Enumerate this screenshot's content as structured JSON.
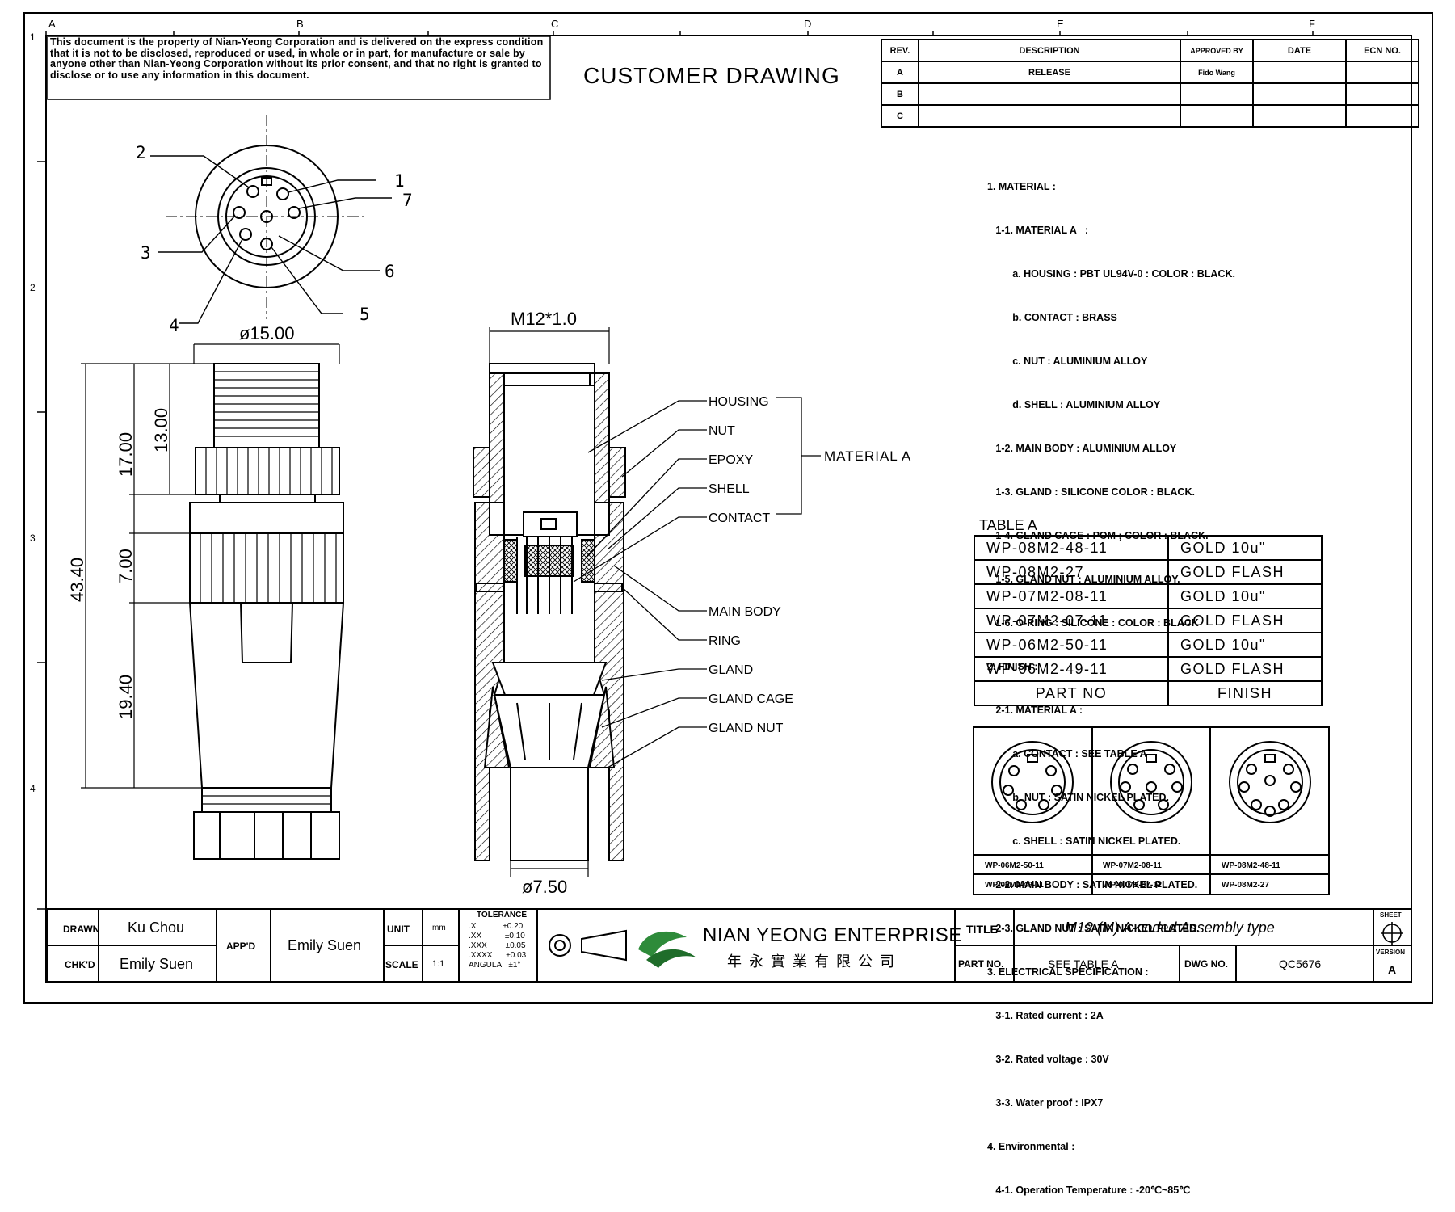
{
  "border_letters": [
    "A",
    "B",
    "C",
    "D",
    "E",
    "F"
  ],
  "border_numbers": [
    "1",
    "2",
    "3",
    "4"
  ],
  "notice": "This document is the property of Nian-Yeong Corporation and is delivered on the express condition that it is not to be disclosed, reproduced or used, in whole or in part, for manufacture or sale by anyone other than Nian-Yeong Corporation without its prior consent, and that no right is granted to disclose or to use any information in this document.",
  "heading": "CUSTOMER DRAWING",
  "revision_table": {
    "headers": [
      "REV.",
      "DESCRIPTION",
      "APPROVED BY",
      "DATE",
      "ECN NO."
    ],
    "rows": [
      {
        "rev": "A",
        "description": "RELEASE",
        "approved_by": "Fido Wang",
        "date": "",
        "ecn": ""
      },
      {
        "rev": "B",
        "description": "",
        "approved_by": "",
        "date": "",
        "ecn": ""
      },
      {
        "rev": "C",
        "description": "",
        "approved_by": "",
        "date": "",
        "ecn": ""
      }
    ]
  },
  "pin_numbers": [
    "1",
    "2",
    "3",
    "4",
    "5",
    "6",
    "7"
  ],
  "dimensions": {
    "thread": "M12*1.0",
    "diameter_top": "ø15.00",
    "diameter_bottom": "ø7.50",
    "d_43_40": "43.40",
    "d_17_00": "17.00",
    "d_13_00": "13.00",
    "d_7_00": "7.00",
    "d_19_40": "19.40"
  },
  "callouts": [
    "HOUSING",
    "NUT",
    "EPOXY",
    "SHELL",
    "CONTACT",
    "MAIN BODY",
    "RING",
    "GLAND",
    "GLAND CAGE",
    "GLAND NUT"
  ],
  "material_group_label": "MATERIAL A",
  "notes": [
    "1. MATERIAL :",
    "   1-1. MATERIAL A   :",
    "         a. HOUSING : PBT UL94V-0 : COLOR : BLACK.",
    "         b. CONTACT : BRASS",
    "         c. NUT : ALUMINIUM ALLOY",
    "         d. SHELL : ALUMINIUM ALLOY",
    "   1-2. MAIN BODY : ALUMINIUM ALLOY",
    "   1-3. GLAND : SILICONE COLOR : BLACK.",
    "   1-4. GLAND CAGE : POM ; COLOR : BLACK.",
    "   1-5. GLAND NUT : ALUMINIUM ALLOY.",
    "   1-6. O-RING : SILICONE : COLOR : BLACK",
    "2. FINISH :",
    "   2-1. MATERIAL A :",
    "         a. CONTACT : SEE TABLE A",
    "         b. NUT : SATIN NICKEL PLATED.",
    "         c. SHELL : SATIN NICKEL PLATED.",
    "   2-2. MAIN BODY : SATIN NICKEL PLATED.",
    "   2-3. GLAND NUT : SATIN NICKEL PLATED.",
    "3. ELECTRICAL SPECIFICATION :",
    "   3-1. Rated current : 2A",
    "   3-2. Rated voltage : 30V",
    "   3-3. Water proof : IPX7",
    "4. Environmental :",
    "   4-1. Operation Temperature : -20℃~85℃"
  ],
  "table_a": {
    "title": "TABLE A",
    "rows": [
      {
        "part": "WP-08M2-48-11",
        "finish": "GOLD 10u\""
      },
      {
        "part": "WP-08M2-27",
        "finish": "GOLD FLASH"
      },
      {
        "part": "WP-07M2-08-11",
        "finish": "GOLD 10u\""
      },
      {
        "part": "WP-07M2-07-11",
        "finish": "GOLD FLASH"
      },
      {
        "part": "WP-06M2-50-11",
        "finish": "GOLD 10u\""
      },
      {
        "part": "WP-06M2-49-11",
        "finish": "GOLD FLASH"
      }
    ],
    "footer": {
      "part": "PART NO",
      "finish": "FINISH"
    }
  },
  "pin_variants": [
    {
      "label_top": "WP-06M2-50-11",
      "label_bottom": "WP-06M2-49-11"
    },
    {
      "label_top": "WP-07M2-08-11",
      "label_bottom": "WP-07M2-07-11"
    },
    {
      "label_top": "WP-08M2-48-11",
      "label_bottom": "WP-08M2-27"
    }
  ],
  "title_block": {
    "drawn_label": "DRAWN",
    "drawn": "Ku Chou",
    "chkd_label": "CHK'D",
    "chkd": "Emily Suen",
    "appd_label": "APP'D",
    "appd": "Emily Suen",
    "unit_label": "UNIT",
    "unit": "mm",
    "scale_label": "SCALE",
    "scale": "1:1",
    "tolerance_title": "TOLERANCE",
    "tolerances": [
      {
        "k": ".X",
        "v": "±0.20"
      },
      {
        "k": ".XX",
        "v": "±0.10"
      },
      {
        "k": ".XXX",
        "v": "±0.05"
      },
      {
        "k": ".XXXX",
        "v": "±0.03"
      },
      {
        "k": "ANGULA",
        "v": "±1°"
      }
    ],
    "company": "NIAN YEONG ENTERPRISE",
    "company_cn": "年 永 實 業 有 限 公 司",
    "title_label": "TITLE",
    "title": "M12 (M) A-coded Assembly type",
    "part_no_label": "PART NO.",
    "part_no": "SEE TABLE A",
    "dwg_no_label": "DWG NO.",
    "dwg_no": "QC5676",
    "sheet_label": "SHEET",
    "version_label": "VERSION",
    "version": "A"
  }
}
